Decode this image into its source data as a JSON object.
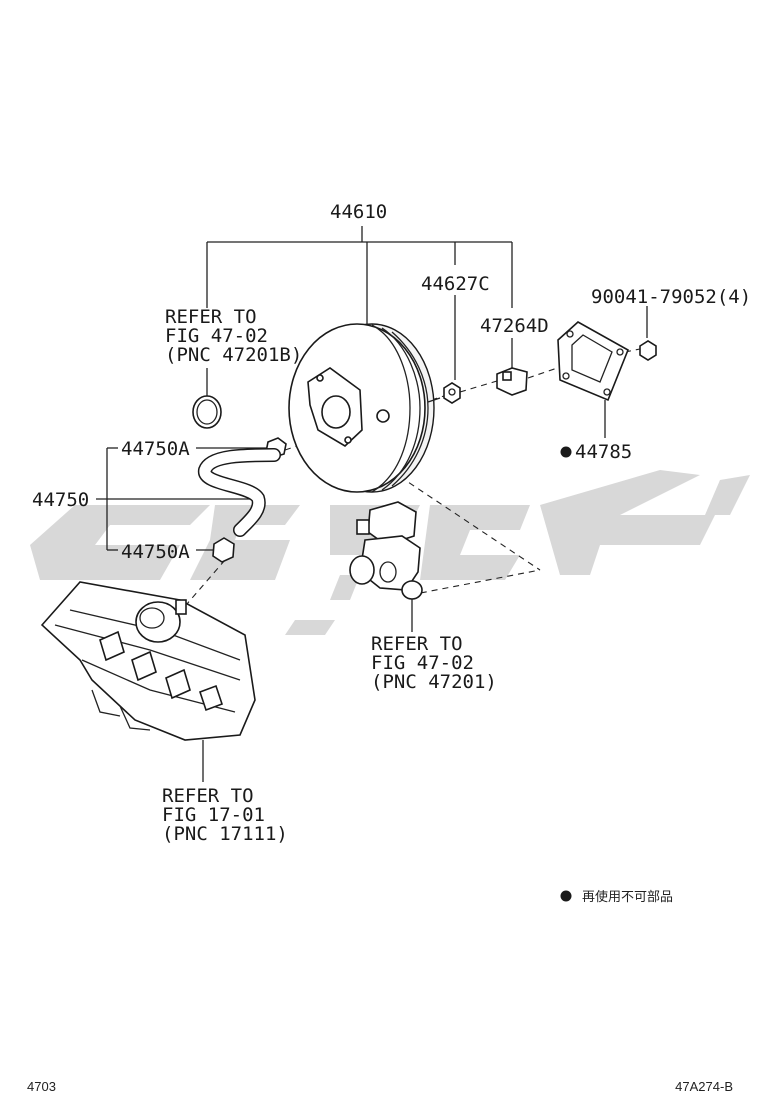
{
  "labels": {
    "booster_assembly": "44610",
    "check_valve": "44627C",
    "bracket": "47264D",
    "nut": "90041-79052(4)",
    "gasket": "44785",
    "hose_assembly": "44750",
    "clip_upper": "44750A",
    "clip_lower": "44750A",
    "refer_a_line1": "REFER TO",
    "refer_a_line2": "FIG 47-02",
    "refer_a_line3": "(PNC 47201B)",
    "refer_b_line1": "REFER TO",
    "refer_b_line2": "FIG 47-02",
    "refer_b_line3": "(PNC 47201)",
    "refer_c_line1": "REFER TO",
    "refer_c_line2": "FIG 17-01",
    "refer_c_line3": "(PNC 17111)"
  },
  "legend": {
    "non_reusable": "再使用不可部品"
  },
  "footer": {
    "figure_number": "4703",
    "illustration_code": "47A274-B"
  },
  "colors": {
    "ink": "#1a1a1a",
    "watermark": "#d8d8d8"
  }
}
